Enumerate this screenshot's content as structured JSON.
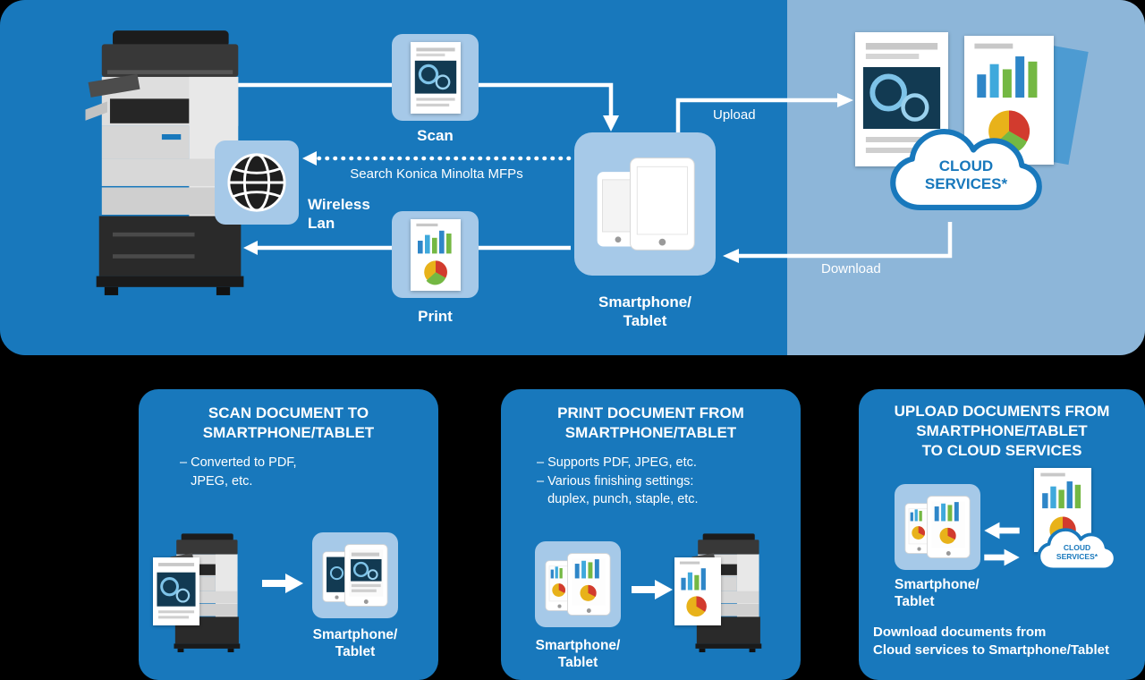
{
  "colors": {
    "primary_blue": "#1878bc",
    "light_panel_blue": "#8db6d9",
    "tile_blue": "#a6c9e8",
    "cloud_text_blue": "#1878bc",
    "arrow_white": "#ffffff"
  },
  "top": {
    "scan_label": "Scan",
    "search_label": "Search Konica Minolta MFPs",
    "wireless_label": "Wireless\nLan",
    "print_label": "Print",
    "device_label": "Smartphone/\nTablet",
    "upload_label": "Upload",
    "download_label": "Download",
    "cloud_label": "CLOUD\nSERVICES*"
  },
  "panels": [
    {
      "title": "SCAN DOCUMENT TO\nSMARTPHONE/TABLET",
      "bullets": "– Converted to PDF,\n   JPEG, etc.",
      "device_label": "Smartphone/\nTablet"
    },
    {
      "title": "PRINT DOCUMENT FROM\nSMARTPHONE/TABLET",
      "bullets": "– Supports PDF, JPEG, etc.\n– Various finishing settings:\n   duplex, punch, staple, etc.",
      "device_label": "Smartphone/\nTablet"
    },
    {
      "title": "UPLOAD DOCUMENTS FROM\nSMARTPHONE/TABLET\nTO CLOUD SERVICES",
      "device_label": "Smartphone/\nTablet",
      "cloud_label": "CLOUD\nSERVICES*",
      "footer": "Download documents from\nCloud services to Smartphone/Tablet"
    }
  ]
}
